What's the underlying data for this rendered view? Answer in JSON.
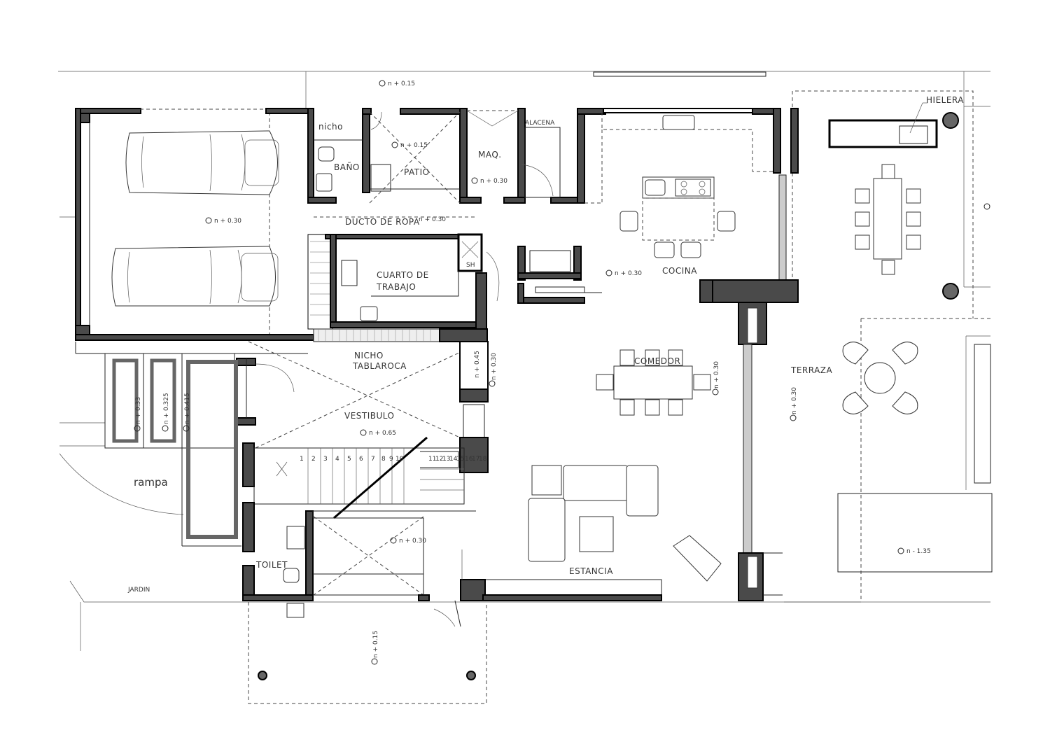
{
  "rooms": {
    "nicho": "nicho",
    "bano": "BAÑO",
    "patio": "PATIO",
    "maq": "MAQ.",
    "alacena": "ALACENA",
    "hielera": "HIELERA",
    "ducto": "DUCTO DE ROPA",
    "cuarto_1": "CUARTO DE",
    "cuarto_2": "TRABAJO",
    "sh": "SH",
    "cocina": "COCINA",
    "comedor": "COMEDOR",
    "terraza": "TERRAZA",
    "nicho_tab_1": "NICHO",
    "nicho_tab_2": "TABLAROCA",
    "vestibulo": "VESTIBULO",
    "rampa": "rampa",
    "toilet": "TOILET",
    "estancia": "ESTANCIA",
    "jardin": "JARDIN"
  },
  "levels": {
    "top": "n + 0.15",
    "patio": "n + 0.15",
    "maq": "n + 0.30",
    "garage": "n + 0.30",
    "ducto": "n + 0.30",
    "cocina": "n + 0.30",
    "comedor": "n + 0.30",
    "terraza": "n + 0.30",
    "hall_side": "n + 0.45",
    "hall_side2": "n + 0.30",
    "vestibulo": "n + 0.65",
    "lower_hall": "n + 0.30",
    "pocket": "n - 1.35",
    "entry": "n + 0.15",
    "left_1": "n + 0.33",
    "left_2": "n + 0.325",
    "left_3": "n + 0.415"
  },
  "stairs": {
    "steps": [
      "1",
      "2",
      "3",
      "4",
      "5",
      "6",
      "7",
      "8",
      "9",
      "10",
      "11",
      "12",
      "13",
      "14",
      "15",
      "16",
      "17",
      "18"
    ]
  }
}
